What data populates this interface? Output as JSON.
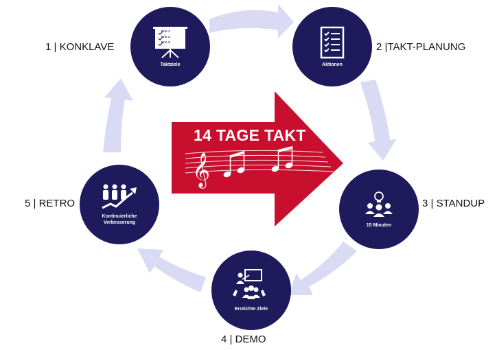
{
  "title": "14 TAGE TAKT",
  "colors": {
    "navy": "#1e1a5c",
    "arrow_red": "#c8102e",
    "cycle_arrow": "#d9daf3"
  },
  "steps": [
    {
      "label": "1 | KONKLAVE",
      "caption": "Taktziele",
      "icon": "presentation-board-icon",
      "board_items": [
        "Prio 1",
        "Prio 2",
        "Prio 3"
      ]
    },
    {
      "label": "2 |TAKT-PLANUNG",
      "caption": "Aktionen",
      "icon": "checklist-icon"
    },
    {
      "label": "3 | STANDUP",
      "caption": "15 Minuten",
      "icon": "team-idea-icon"
    },
    {
      "label": "4 | DEMO",
      "caption": "Erreichte Ziele",
      "icon": "presenter-applause-icon"
    },
    {
      "label": "5 | RETRO",
      "caption": "Kontinuierliche Verbesserung",
      "icon": "growth-people-icon"
    }
  ]
}
